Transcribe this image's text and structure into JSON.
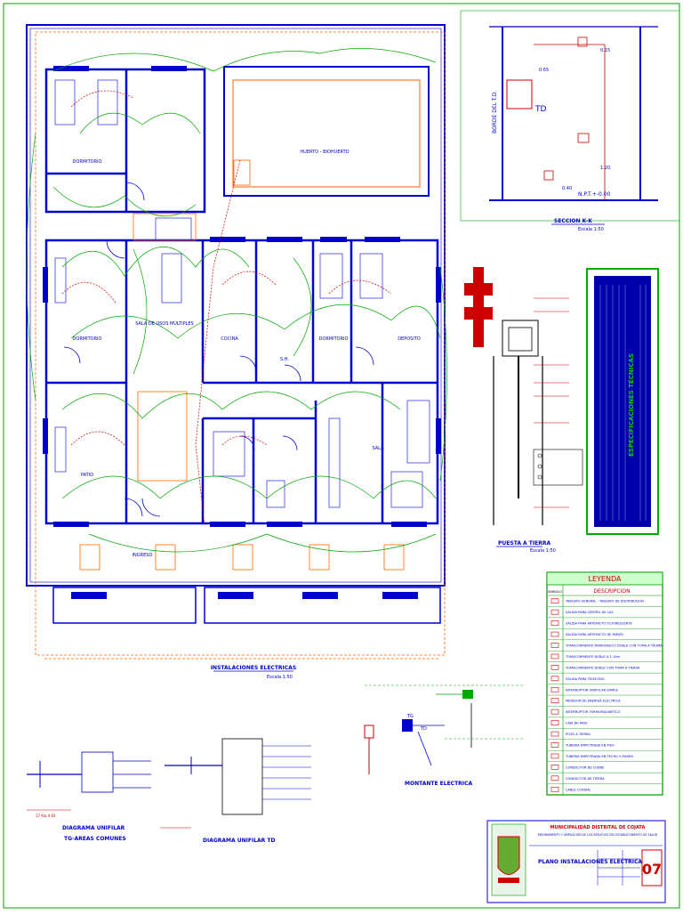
{
  "plan": {
    "title": "INSTALACIONES ELECTRICAS",
    "scale": "Escala 1:50",
    "rooms": {
      "pool": "HUERTO - BIOHUERTO",
      "r1": "DORMITORIO",
      "r2": "SALA DE USOS MULTIPLES",
      "r3": "DEPOSITO",
      "r4": "COCINA",
      "r5": "S.H.",
      "r6": "DORMITORIO",
      "r7": "SALA",
      "r8": "DORMITORIO",
      "r9": "PATIO",
      "r10": "INGRESO"
    }
  },
  "section": {
    "title": "SECCION K-K",
    "scale": "Escala 1:50",
    "td_label": "TD",
    "npt": "N.P.T.+-0.00",
    "dims": [
      "0.15",
      "0.65",
      "1.20",
      "0.40"
    ],
    "side_label": "BORDE DEL T.D."
  },
  "ground": {
    "title": "PUESTA A TIERRA",
    "scale": "Escala 1:50"
  },
  "specs": {
    "title": "ESPECIFICACIONES TECNICAS"
  },
  "legend": {
    "title": "LEYENDA",
    "col_symbol": "SIMBOLO",
    "col_desc": "DESCRIPCION",
    "rows": [
      "TABLERO GENERAL - TABLERO DE DISTRIBUCION",
      "SALIDA PARA CENTRO DE LUZ",
      "SALIDA PARA ARTEFACTO FLUORESCENTE",
      "SALIDA PARA ARTEFACTO DE PARED",
      "TOMACORRIENTE MONOFASICO DOBLE CON TOMA A TIERRA",
      "TOMACORRIENTE DOBLE A 1.10m",
      "TOMACORRIENTE DOBLE CON TOMA A TIERRA",
      "SALIDA PARA TELEFONO",
      "INTERRUPTOR UNIPOLAR SIMPLE",
      "MEDIDOR DE ENERGIA ELECTRICA",
      "INTERRUPTOR TERMOMAGNETICO",
      "CAJA DE PASE",
      "POZO A TIERRA",
      "TUBERIA EMPOTRADA EN PISO",
      "TUBERIA EMPOTRADA EN TECHO O PARED",
      "CONDUCTOR DE COBRE",
      "CONDUCTOR DE TIERRA",
      "CABLE COAXIAL"
    ]
  },
  "diagrams": {
    "unifilar_tg": "DIAGRAMA UNIFILAR",
    "unifilar_tg_sub": "TG-AREAS COMUNES",
    "unifilar_td": "DIAGRAMA UNIFILAR TD",
    "montante": "MONTANTE ELECTRICA",
    "tg": "TG",
    "td": "TD"
  },
  "titleblock": {
    "municipality": "MUNICIPALIDAD DISTRITAL DE COJATA",
    "project": "MEJORAMIENTO Y AMPLIACION DE LOS SERVICIOS DEL ESTABLECIMIENTO DE SALUD",
    "sheet_title": "PLANO INSTALACIONES ELECTRICAS",
    "sheet_no": "07"
  },
  "colors": {
    "wall": "#0000cc",
    "circuit_green": "#00aa00",
    "circuit_red": "#cc0000",
    "dim_orange": "#ff6600",
    "legend_border": "#009900",
    "legend_title_bg": "#ccffcc",
    "specs_border": "#009900"
  }
}
